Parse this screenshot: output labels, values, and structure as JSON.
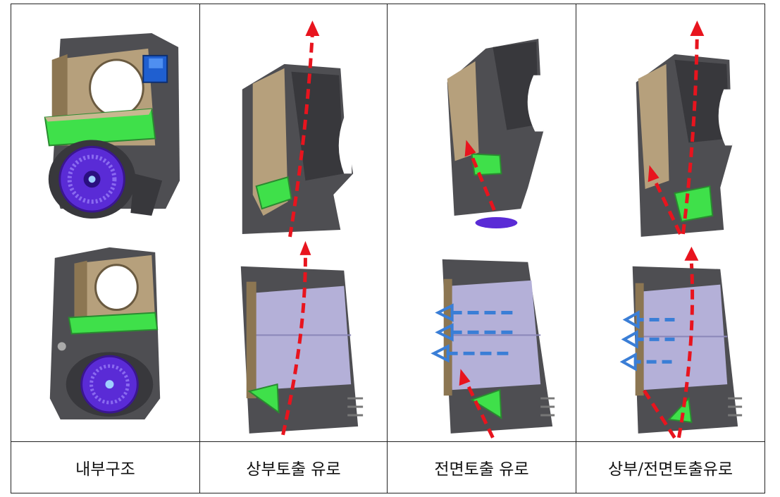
{
  "captions": [
    "내부구조",
    "상부토출 유로",
    "전면토출 유로",
    "상부/전면토출유로"
  ],
  "colors": {
    "housing_gray": "#4e4e52",
    "housing_dark": "#38383c",
    "duct_tan": "#b6a07c",
    "duct_tan_dark": "#8c7652",
    "filter_green": "#3fe04a",
    "fan_purple": "#5a2bd6",
    "blue_box": "#1f5fd0",
    "flow_red": "#e8141e",
    "flow_blue": "#3a7ed6",
    "scroll_lilac": "#b4b0d8"
  },
  "icons": [
    "fan-impeller-icon",
    "airflow-arrow-icon",
    "front-vent-arrow-icon"
  ]
}
